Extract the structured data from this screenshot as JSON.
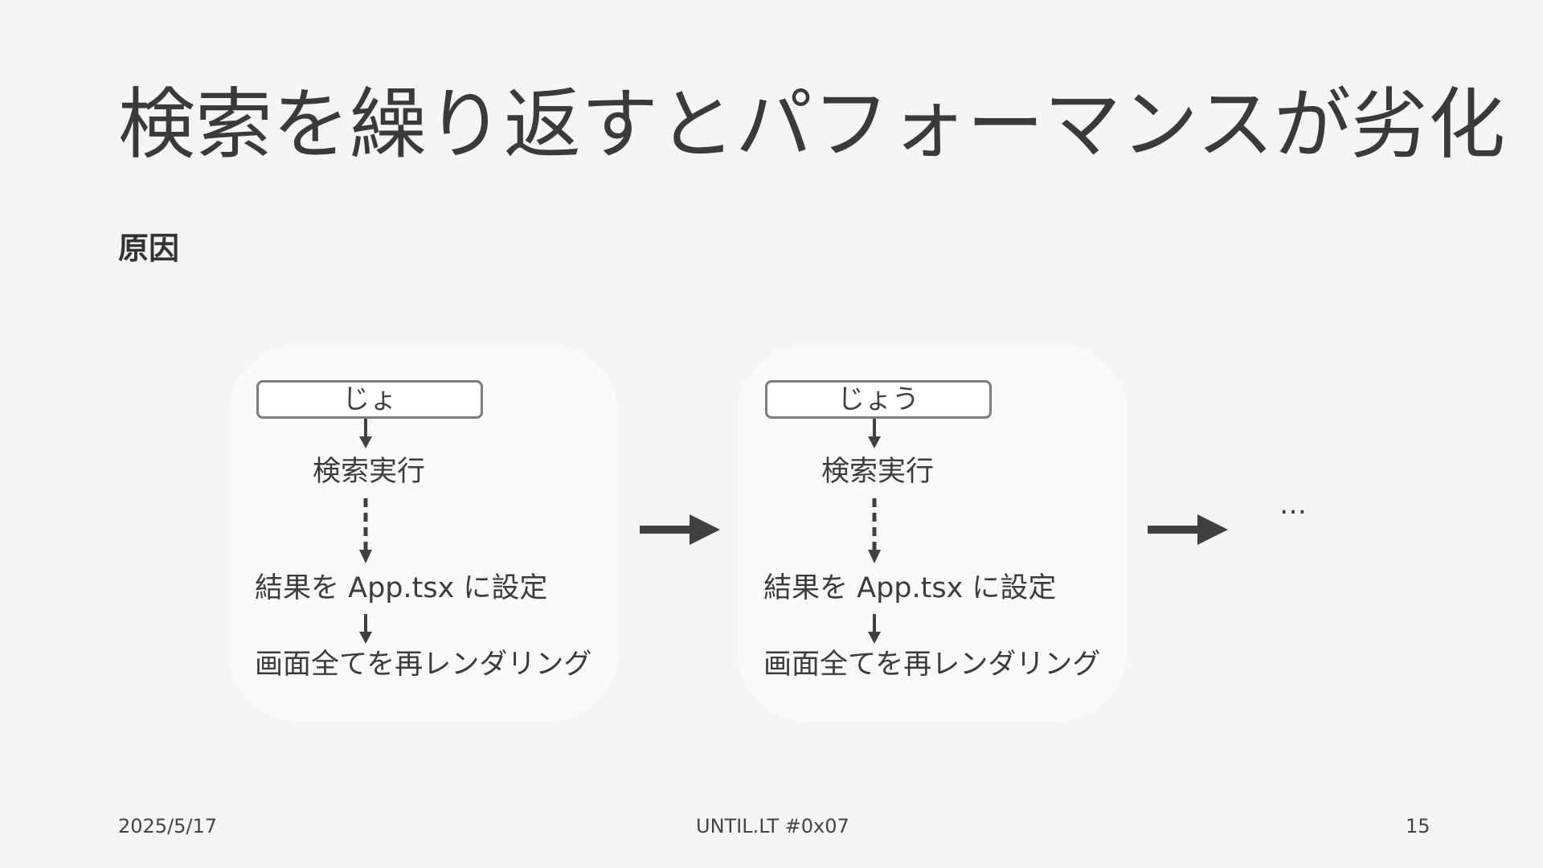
{
  "slide": {
    "title": "検索を繰り返すとパフォーマンスが劣化",
    "subtitle": "原因"
  },
  "panels": [
    {
      "query": "じょ",
      "step_search": "検索実行",
      "step_set": "結果を App.tsx に設定",
      "step_render": "画面全てを再レンダリング"
    },
    {
      "query": "じょう",
      "step_search": "検索実行",
      "step_set": "結果を App.tsx に設定",
      "step_render": "画面全てを再レンダリング"
    }
  ],
  "continuation": "…",
  "footer": {
    "date": "2025/5/17",
    "event": "UNTIL.LT #0x07",
    "page": "15"
  },
  "colors": {
    "background": "#f4f5f7",
    "panel": "#fafafa",
    "arrow": "#404040",
    "box_border": "#7e7e7e"
  }
}
